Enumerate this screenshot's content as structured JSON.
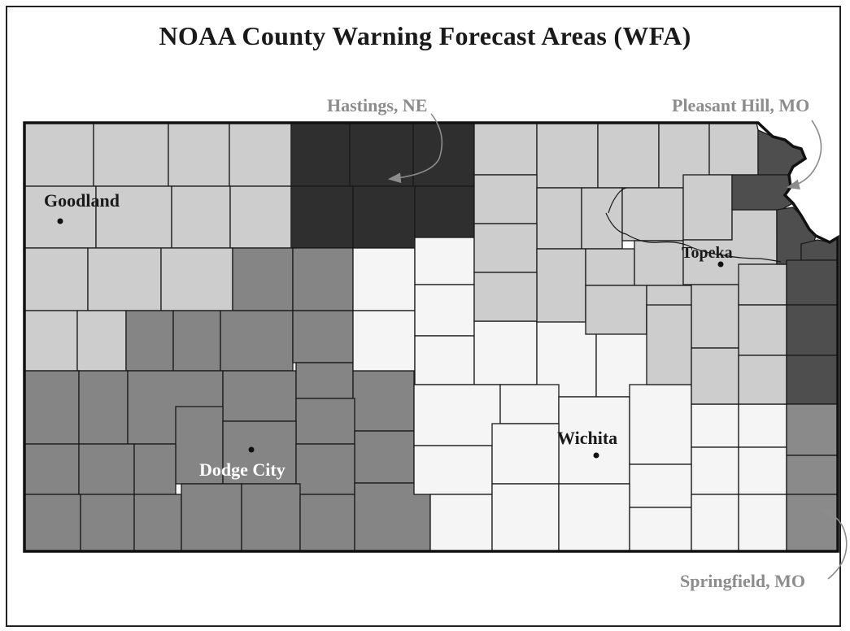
{
  "title": "NOAA County Warning Forecast Areas (WFA)",
  "offices": {
    "hastings": {
      "label": "Hastings, NE",
      "color": "#2f2f2f"
    },
    "pleasant_hill": {
      "label": "Pleasant Hill, MO",
      "color": "#4e4e4e"
    },
    "goodland": {
      "label": "Goodland",
      "color": "#cdcdcd"
    },
    "topeka": {
      "label": "Topeka",
      "color": "#cdcdcd"
    },
    "dodge_city": {
      "label": "Dodge City",
      "color": "#858585"
    },
    "wichita": {
      "label": "Wichita",
      "color": "#f5f5f5"
    },
    "springfield": {
      "label": "Springfield, MO",
      "color": "#8a8a8a"
    }
  },
  "colors": {
    "external_label": "#8c8c8c",
    "internal_label": "#1a1a1a",
    "county_border": "#1a1a1a",
    "state_border": "#111111"
  }
}
